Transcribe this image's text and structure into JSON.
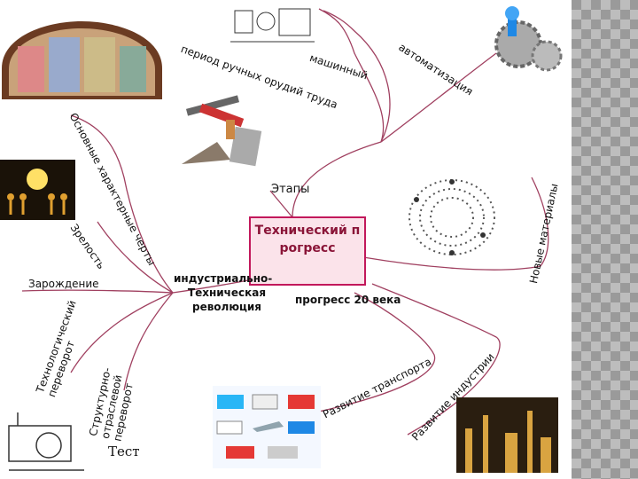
{
  "center": {
    "title": "Технический прогресс"
  },
  "branches": {
    "stages": "Этапы",
    "manual": "период ручных орудий труда",
    "machine": "машинный",
    "automation": "автоматизация",
    "main_features": "Основные характерные черты",
    "maturity": "Зрелость",
    "origin": "Зарождение",
    "industrial": "индустриально-",
    "tech_revolution": "Техническая революция",
    "progress20": "прогресс 20 века",
    "new_materials": "Новые материалы",
    "tech_shift": "Технологический переворот",
    "structural_shift": "Структурно-отраслевой переворот",
    "transport": "Развитие транспорта",
    "industry": "Развитие индустрии",
    "test": "Тест"
  },
  "colors": {
    "branch_line": "#a04060",
    "center_border": "#c2185b",
    "center_fill": "#fbe3ea",
    "center_text": "#8a1538"
  }
}
